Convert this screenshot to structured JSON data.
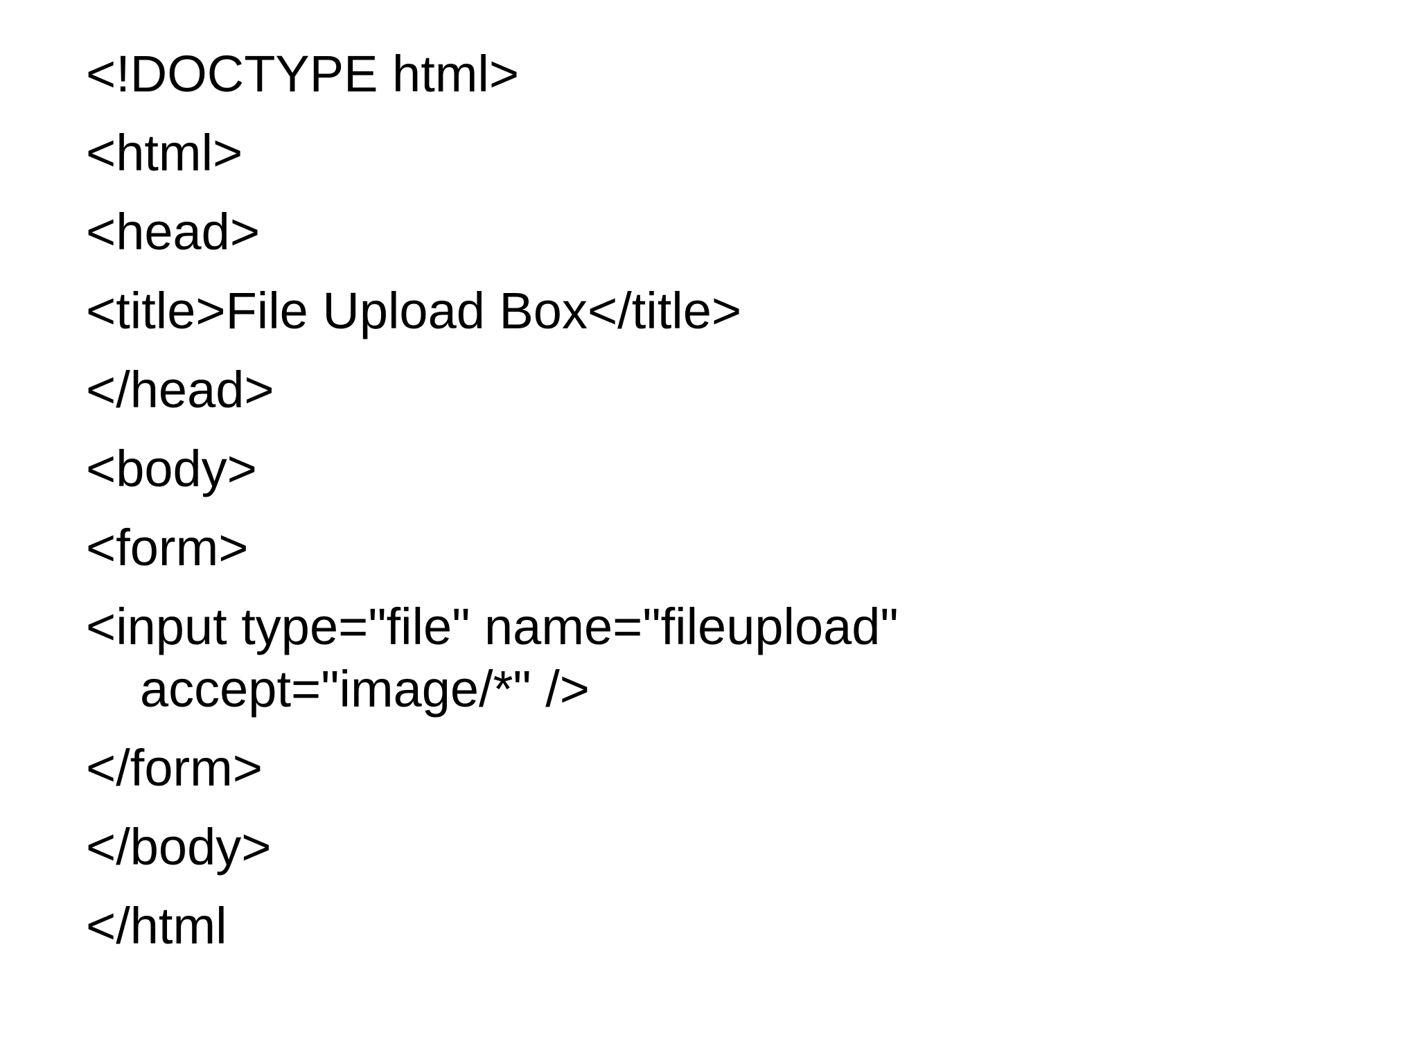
{
  "code": {
    "line_1": "<!DOCTYPE html>",
    "line_2": "<html>",
    "line_3": "<head>",
    "line_4": "<title>File Upload Box</title>",
    "line_5": "</head>",
    "line_6": "<body>",
    "line_7": "<form>",
    "line_8a": "<input type=\"file\" name=\"fileupload\"",
    "line_8b": "accept=\"image/*\" />",
    "line_9": "</form>",
    "line_10": "</body>",
    "line_11": "</html"
  }
}
